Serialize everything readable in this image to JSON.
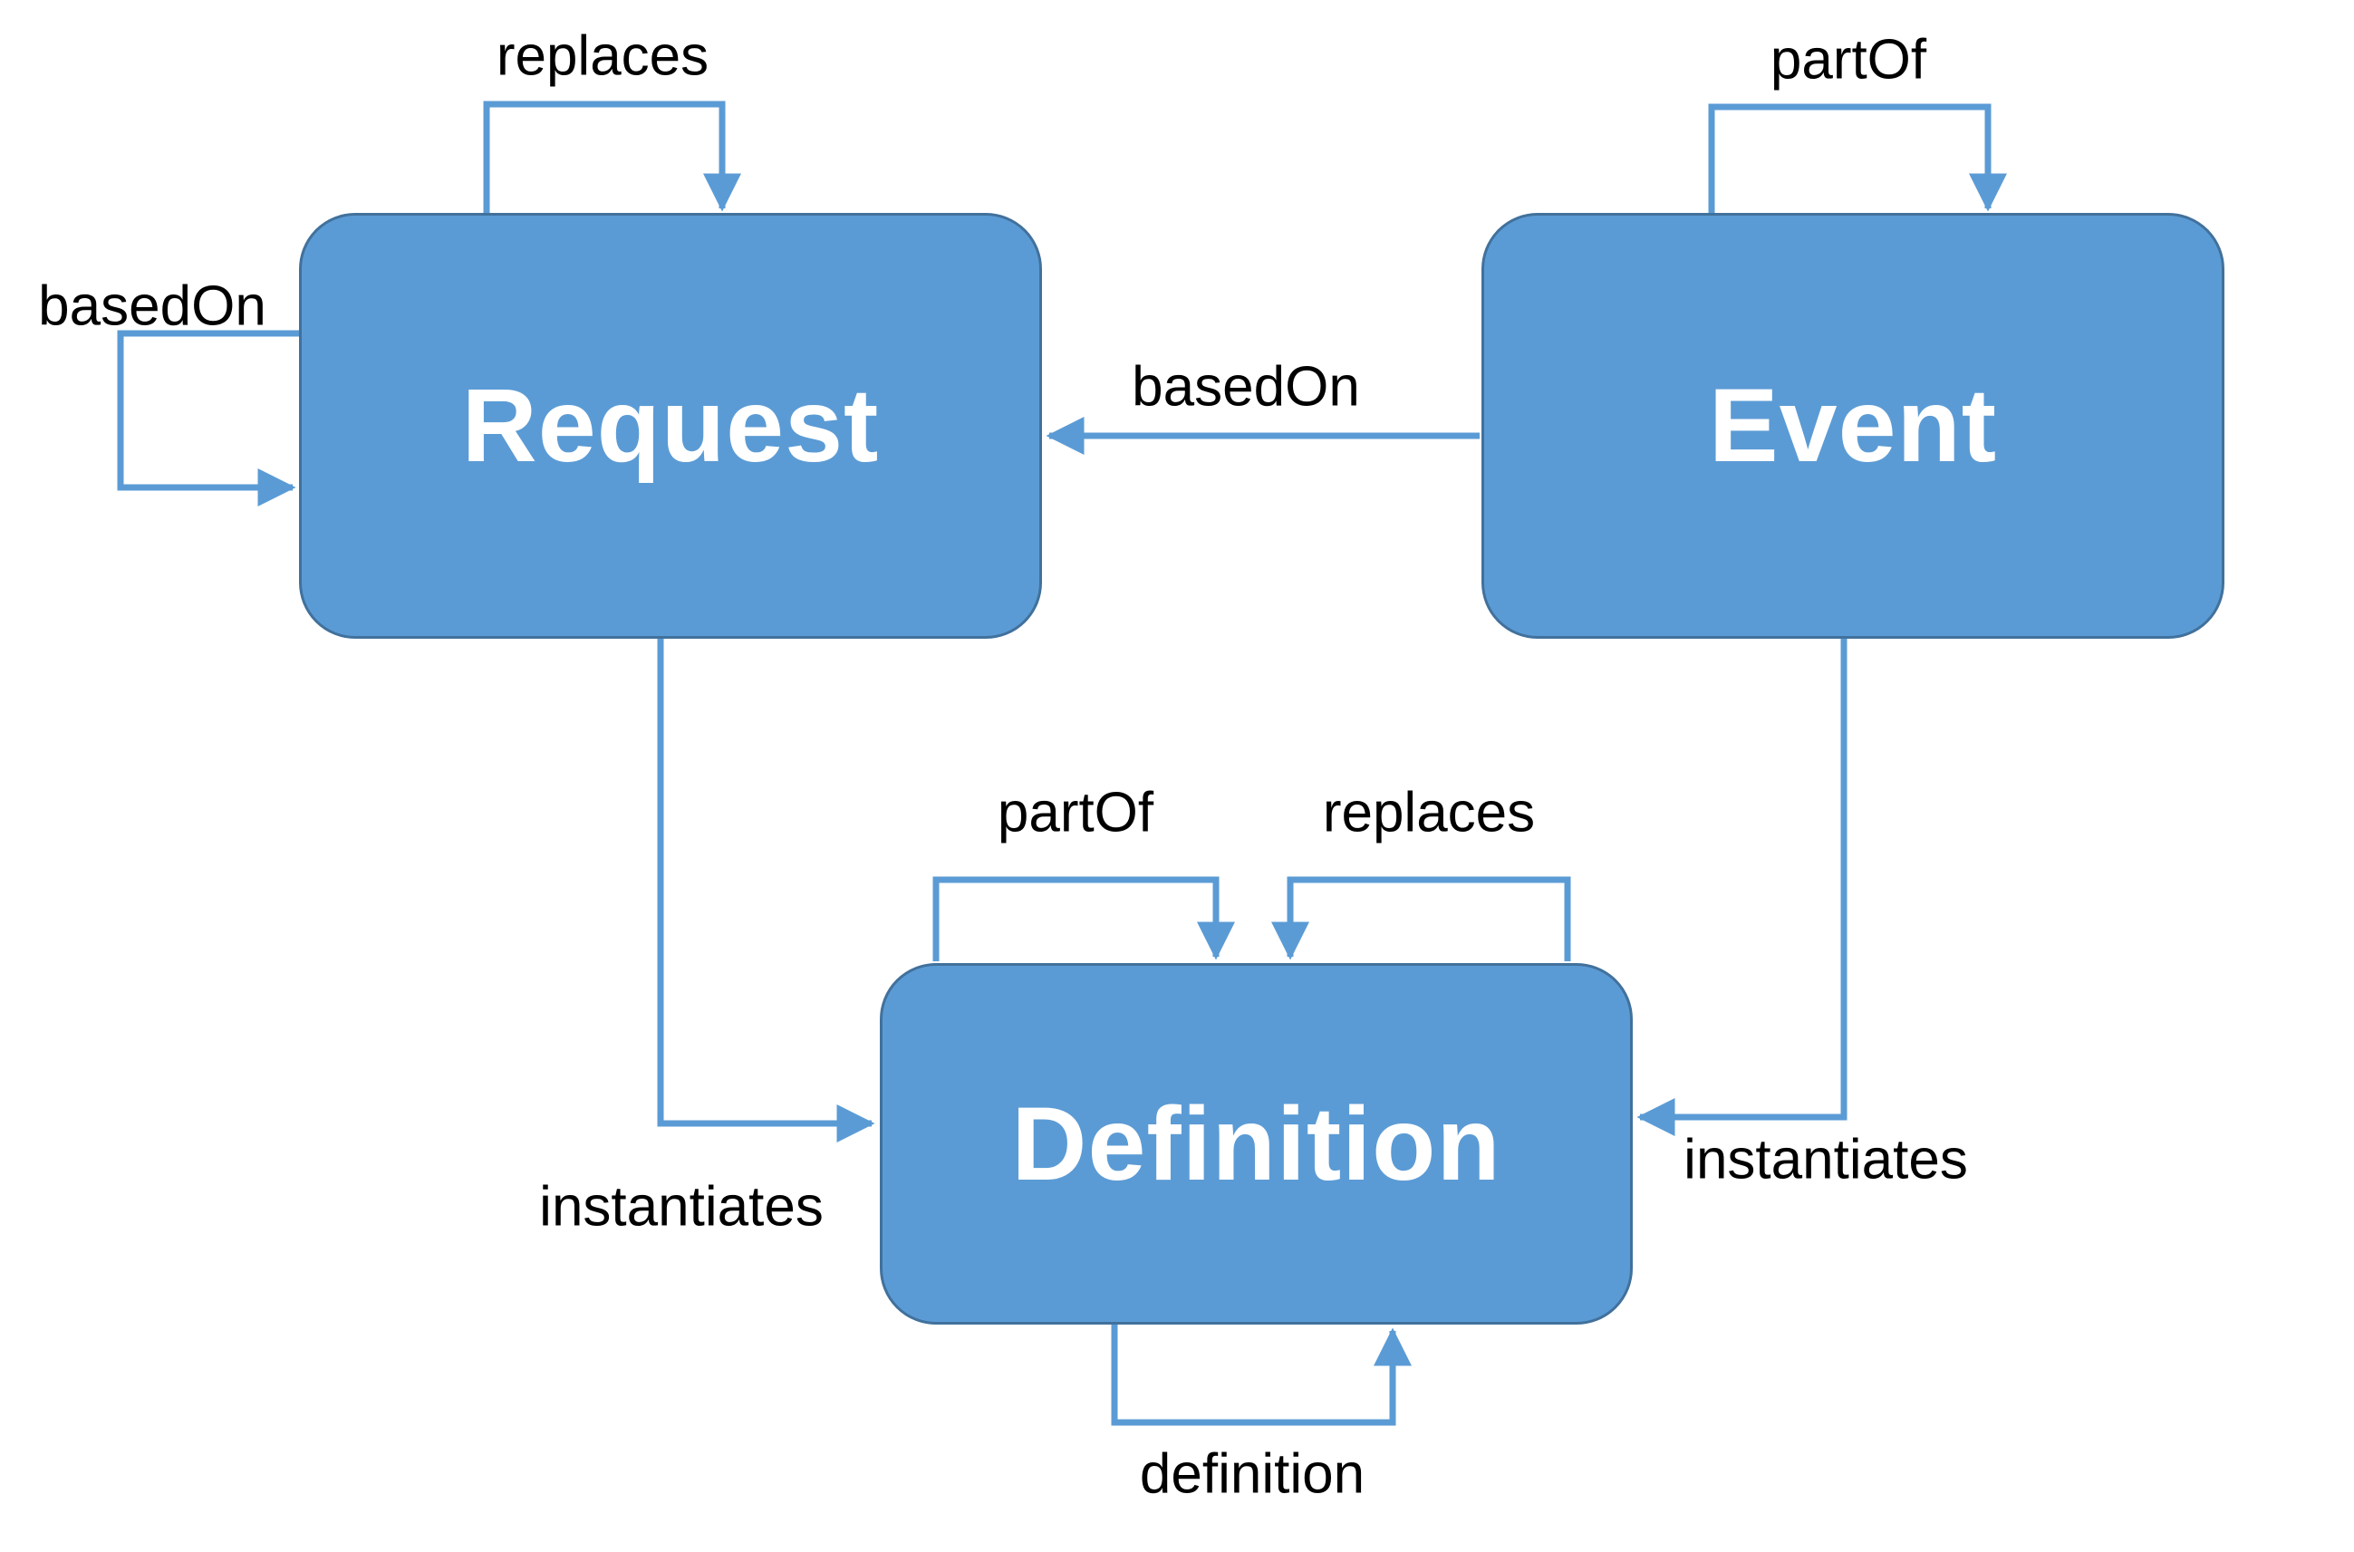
{
  "diagram": {
    "title": "Request / Event / Definition ontology relations diagram",
    "colors": {
      "node_fill": "#5B9BD5",
      "node_border": "#41719C",
      "arrow": "#5B9BD5",
      "node_text": "#ffffff",
      "label_text": "#000000",
      "background": "#ffffff"
    },
    "nodes": [
      {
        "id": "request",
        "label": "Request"
      },
      {
        "id": "event",
        "label": "Event"
      },
      {
        "id": "definition",
        "label": "Definition"
      }
    ],
    "edges": [
      {
        "id": "request-replaces-self",
        "label": "replaces",
        "type": "self-loop",
        "from": "Request",
        "to": "Request",
        "side": "top"
      },
      {
        "id": "request-basedon-self",
        "label": "basedOn",
        "type": "self-loop",
        "from": "Request",
        "to": "Request",
        "side": "left"
      },
      {
        "id": "event-partof-self",
        "label": "partOf",
        "type": "self-loop",
        "from": "Event",
        "to": "Event",
        "side": "top"
      },
      {
        "id": "event-basedon-request",
        "label": "basedOn",
        "type": "arrow",
        "from": "Event",
        "to": "Request",
        "side": "middle"
      },
      {
        "id": "request-instantiates-definition",
        "label": "instantiates",
        "type": "arrow",
        "from": "Request",
        "to": "Definition",
        "side": "left"
      },
      {
        "id": "event-instantiates-definition",
        "label": "instantiates",
        "type": "arrow",
        "from": "Event",
        "to": "Definition",
        "side": "right"
      },
      {
        "id": "definition-partof-self",
        "label": "partOf",
        "type": "self-loop",
        "from": "Definition",
        "to": "Definition",
        "side": "top"
      },
      {
        "id": "definition-replaces-self",
        "label": "replaces",
        "type": "self-loop",
        "from": "Definition",
        "to": "Definition",
        "side": "top"
      },
      {
        "id": "definition-definition-self",
        "label": "definition",
        "type": "self-loop",
        "from": "Definition",
        "to": "Definition",
        "side": "bottom"
      }
    ]
  }
}
